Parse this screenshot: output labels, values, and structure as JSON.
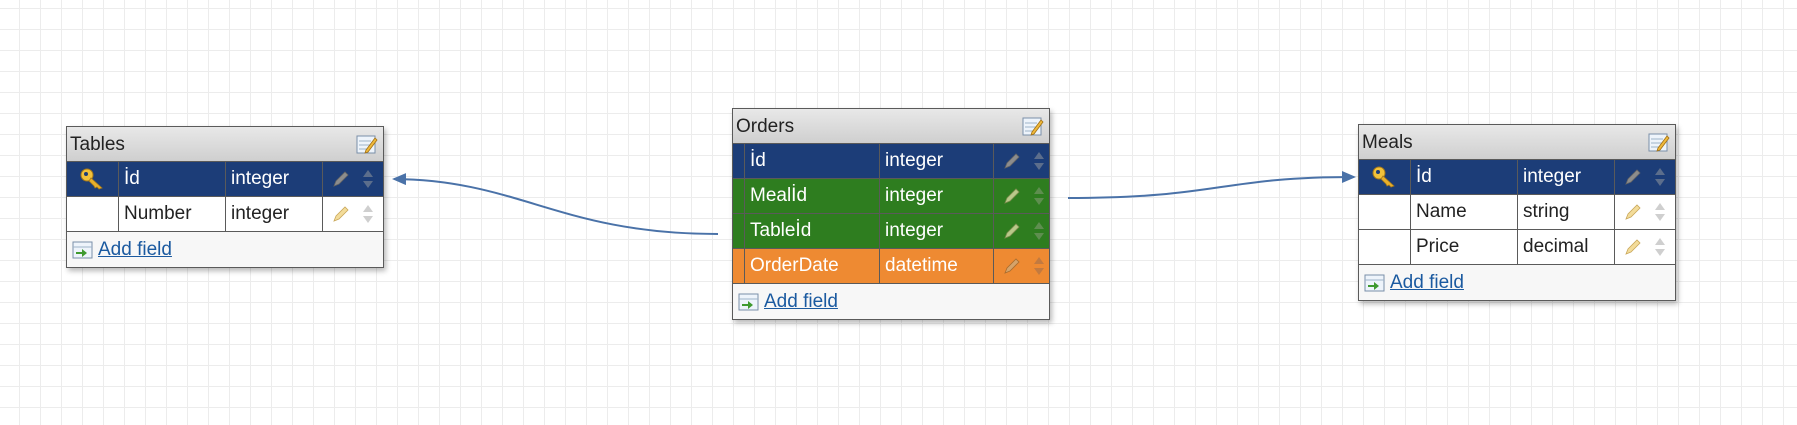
{
  "colors": {
    "primary_key_row": "#1c3d78",
    "foreign_key_row": "#2e7d1f",
    "modified_row": "#ee8a32",
    "link": "#1b5aa0",
    "connector": "#4a72a8"
  },
  "tables": [
    {
      "title": "Tables",
      "fields": [
        {
          "name": "İd",
          "type": "integer",
          "role": "primary-key"
        },
        {
          "name": "Number",
          "type": "integer",
          "role": "normal"
        }
      ],
      "add_field_label": "Add field"
    },
    {
      "title": "Orders",
      "fields": [
        {
          "name": "İd",
          "type": "integer",
          "role": "primary-key"
        },
        {
          "name": "Mealİd",
          "type": "integer",
          "role": "foreign-key"
        },
        {
          "name": "Tableİd",
          "type": "integer",
          "role": "foreign-key"
        },
        {
          "name": "OrderDate",
          "type": "datetime",
          "role": "modified"
        }
      ],
      "add_field_label": "Add field"
    },
    {
      "title": "Meals",
      "fields": [
        {
          "name": "İd",
          "type": "integer",
          "role": "primary-key"
        },
        {
          "name": "Name",
          "type": "string",
          "role": "normal"
        },
        {
          "name": "Price",
          "type": "decimal",
          "role": "normal"
        }
      ],
      "add_field_label": "Add field"
    }
  ],
  "icons": {
    "key": "key-icon",
    "edit_field": "pencil-icon",
    "reorder": "move-up-down-icon",
    "edit_table": "edit-table-icon",
    "add_field": "add-field-icon"
  }
}
